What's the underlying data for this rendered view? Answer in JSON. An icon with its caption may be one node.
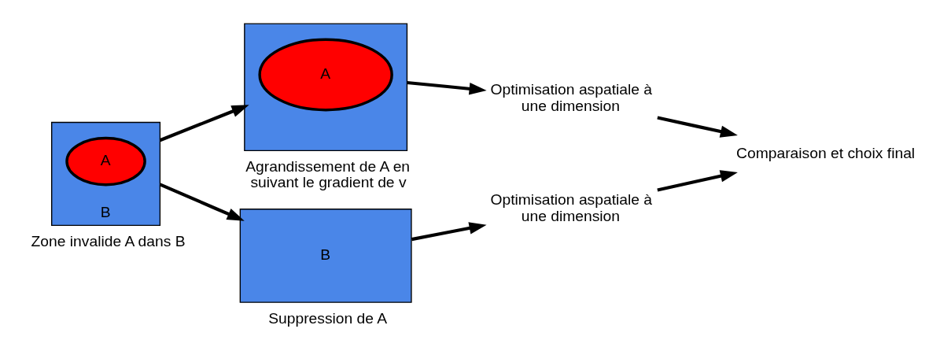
{
  "diagram": {
    "nodes": [
      {
        "text": [
          "B"
        ],
        "beside": [
          "Zone invalide A dans B"
        ]
      },
      {
        "text": [
          "A"
        ],
        "in": 0
      },
      {
        "text": [],
        "shape": "box",
        "beside": [
          "Agrandissement de A en suivant le gradient de v"
        ]
      },
      {
        "text": [
          "A"
        ],
        "in": 2
      },
      {
        "text": [
          "B"
        ],
        "beside": [
          "Suppression de A"
        ]
      },
      {
        "text": [
          "Optimisation aspatiale à une dimension"
        ]
      },
      {
        "text": [
          "Optimisation aspatiale à une dimension"
        ]
      },
      {
        "text": [
          "Comparaison et choix final"
        ]
      }
    ],
    "edges": [
      {
        "from": 0,
        "to": 2,
        "arrow": "to"
      },
      {
        "from": 0,
        "to": 4,
        "arrow": "to"
      },
      {
        "from": 2,
        "to": 5,
        "arrow": "to"
      },
      {
        "from": 4,
        "to": 6,
        "arrow": "to"
      },
      {
        "from": 5,
        "to": 7,
        "arrow": "to"
      },
      {
        "from": 6,
        "to": 7,
        "arrow": "to"
      }
    ]
  }
}
